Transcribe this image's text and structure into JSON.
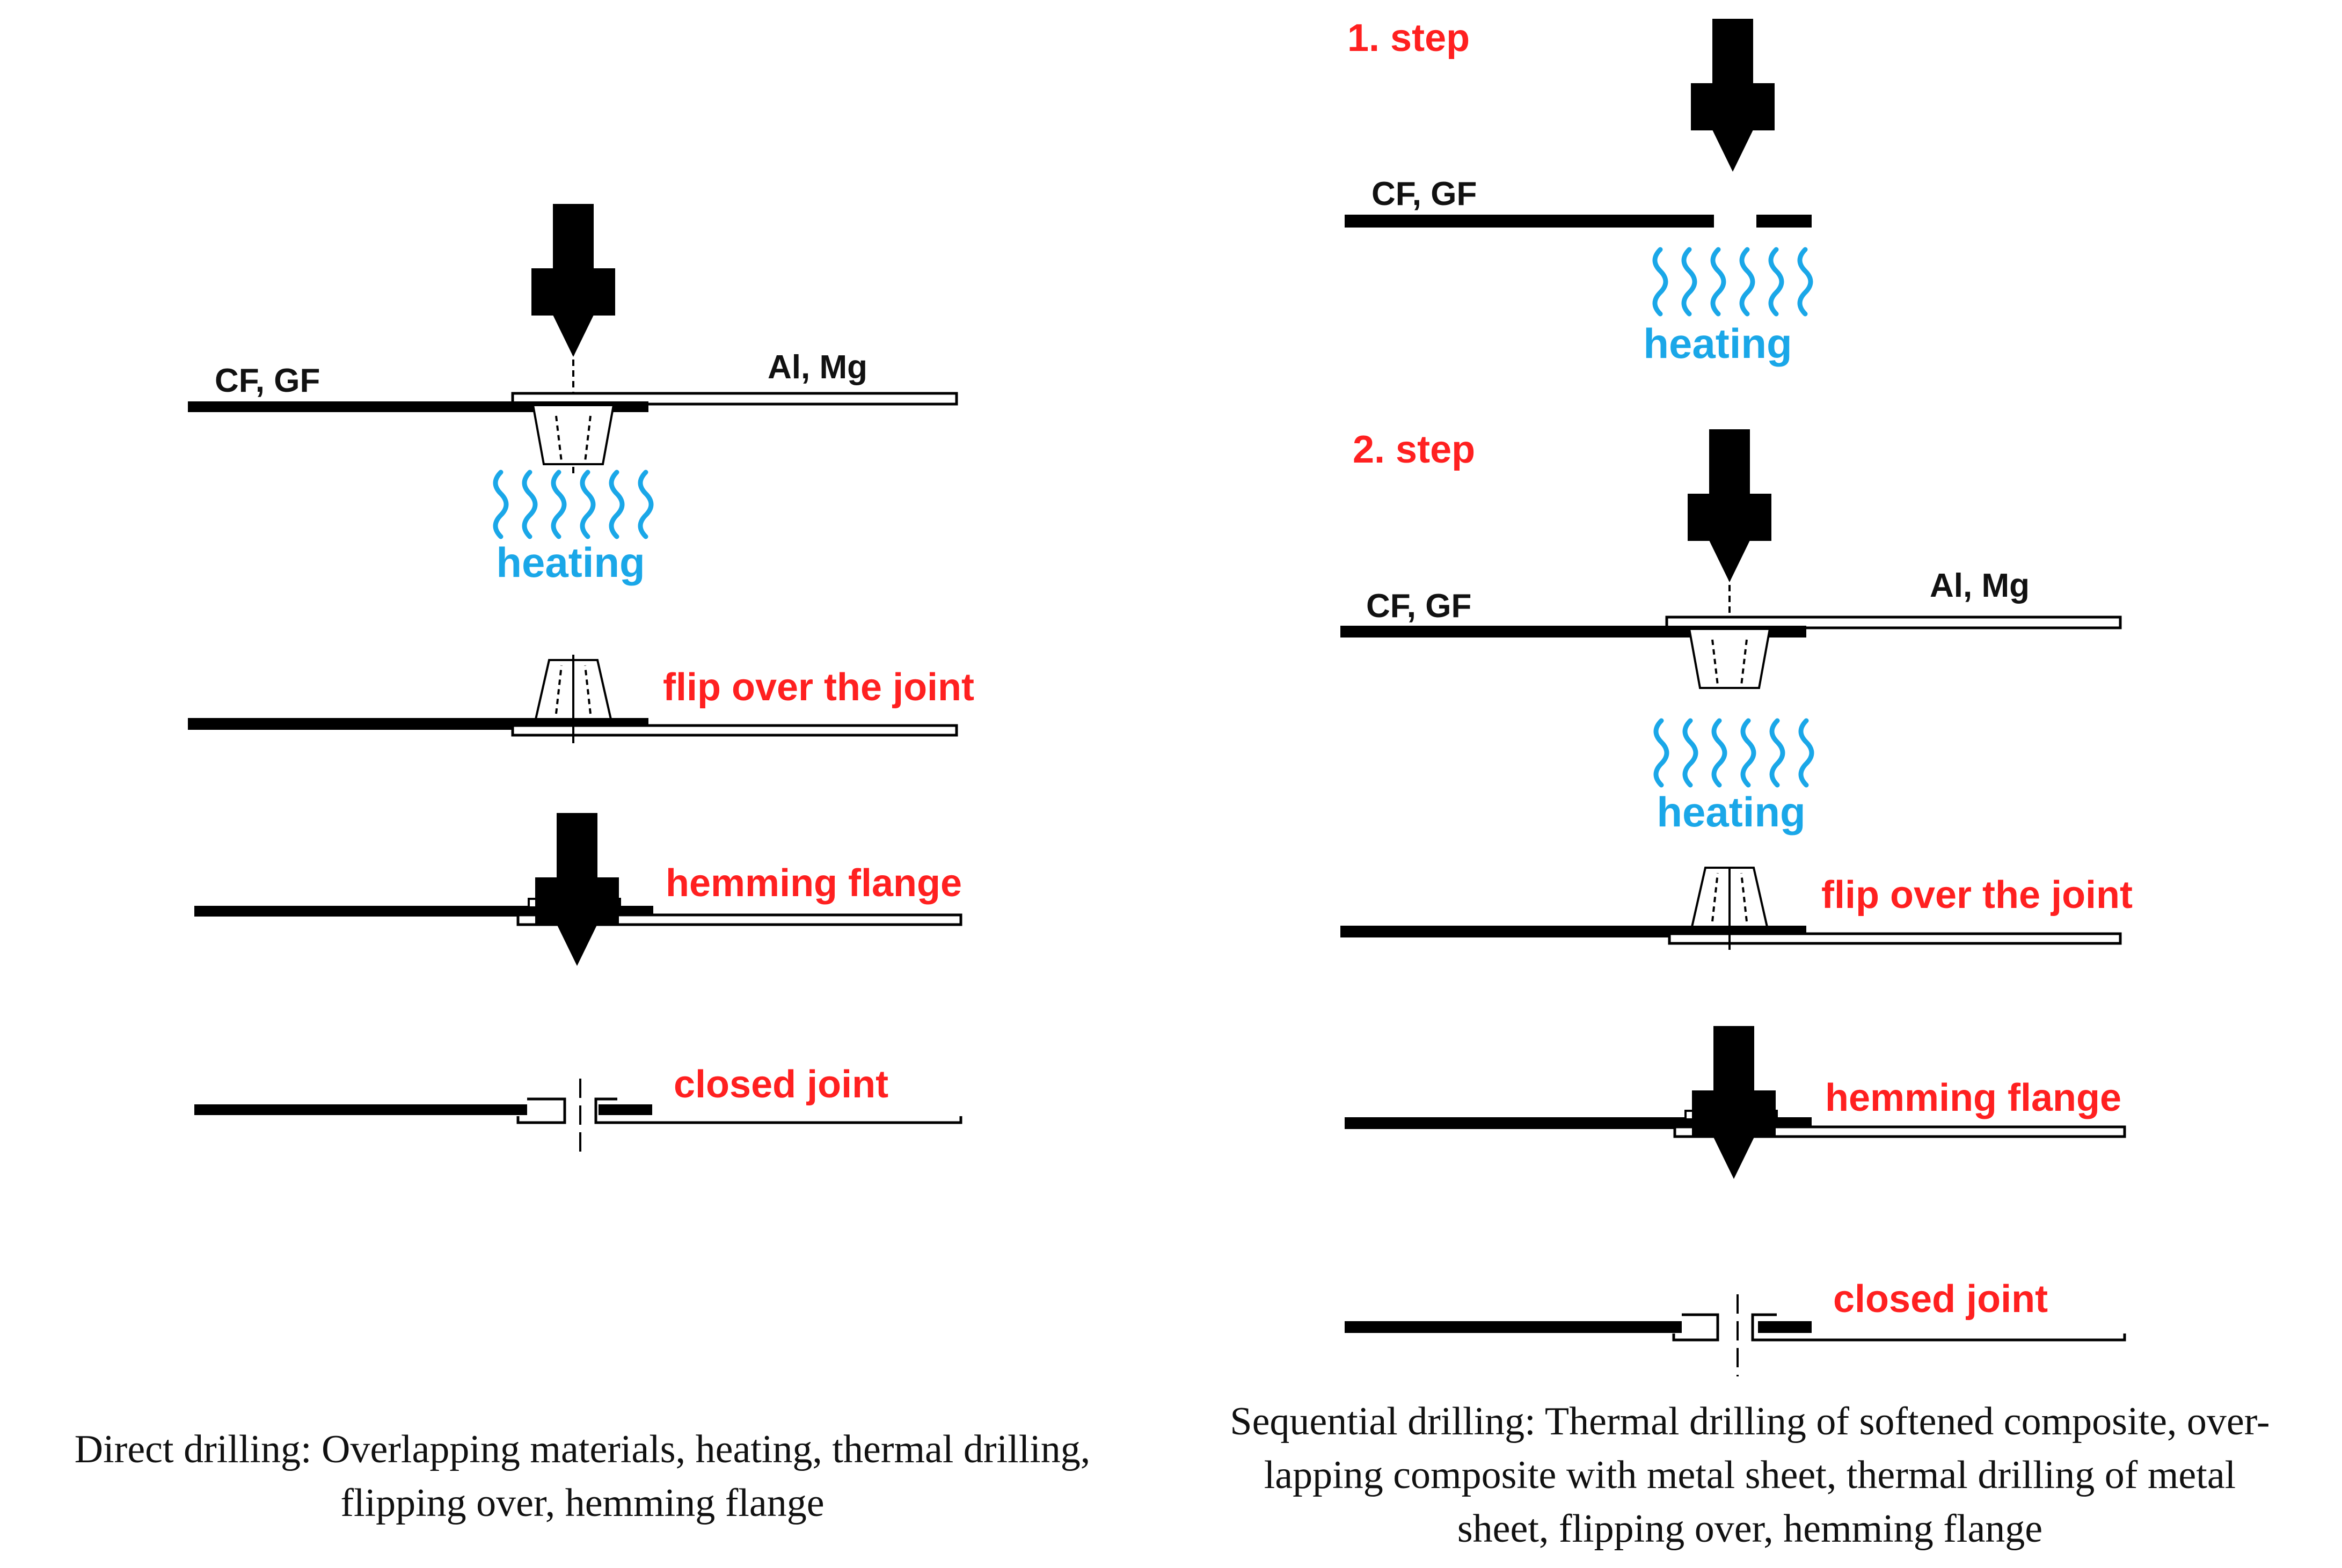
{
  "colors": {
    "label_red": "#ff2020",
    "heating_blue": "#1aa7e8",
    "ink": "#000000"
  },
  "icons": {
    "arrow": "downward-drill-arrow-icon",
    "heat": "heat-waves-icon"
  },
  "left": {
    "cf_gf": "CF, GF",
    "al_mg": "Al, Mg",
    "heating": "heating",
    "flip": "flip over the joint",
    "hemming": "hemming flange",
    "closed": "closed joint",
    "caption_line1": "Direct drilling: Overlapping materials, heating, thermal drilling,",
    "caption_line2": "flipping over, hemming flange"
  },
  "right": {
    "step1": "1. step",
    "step1_cf_gf": "CF, GF",
    "step1_heating": "heating",
    "step2": "2. step",
    "step2_cf_gf": "CF, GF",
    "step2_al_mg": "Al, Mg",
    "step2_heating": "heating",
    "flip": "flip over the joint",
    "hemming": "hemming flange",
    "closed": "closed joint",
    "caption_line1": "Sequential drilling: Thermal drilling of softened composite, over-",
    "caption_line2": "lapping composite with metal sheet, thermal drilling of metal",
    "caption_line3": "sheet, flipping over, hemming flange"
  }
}
